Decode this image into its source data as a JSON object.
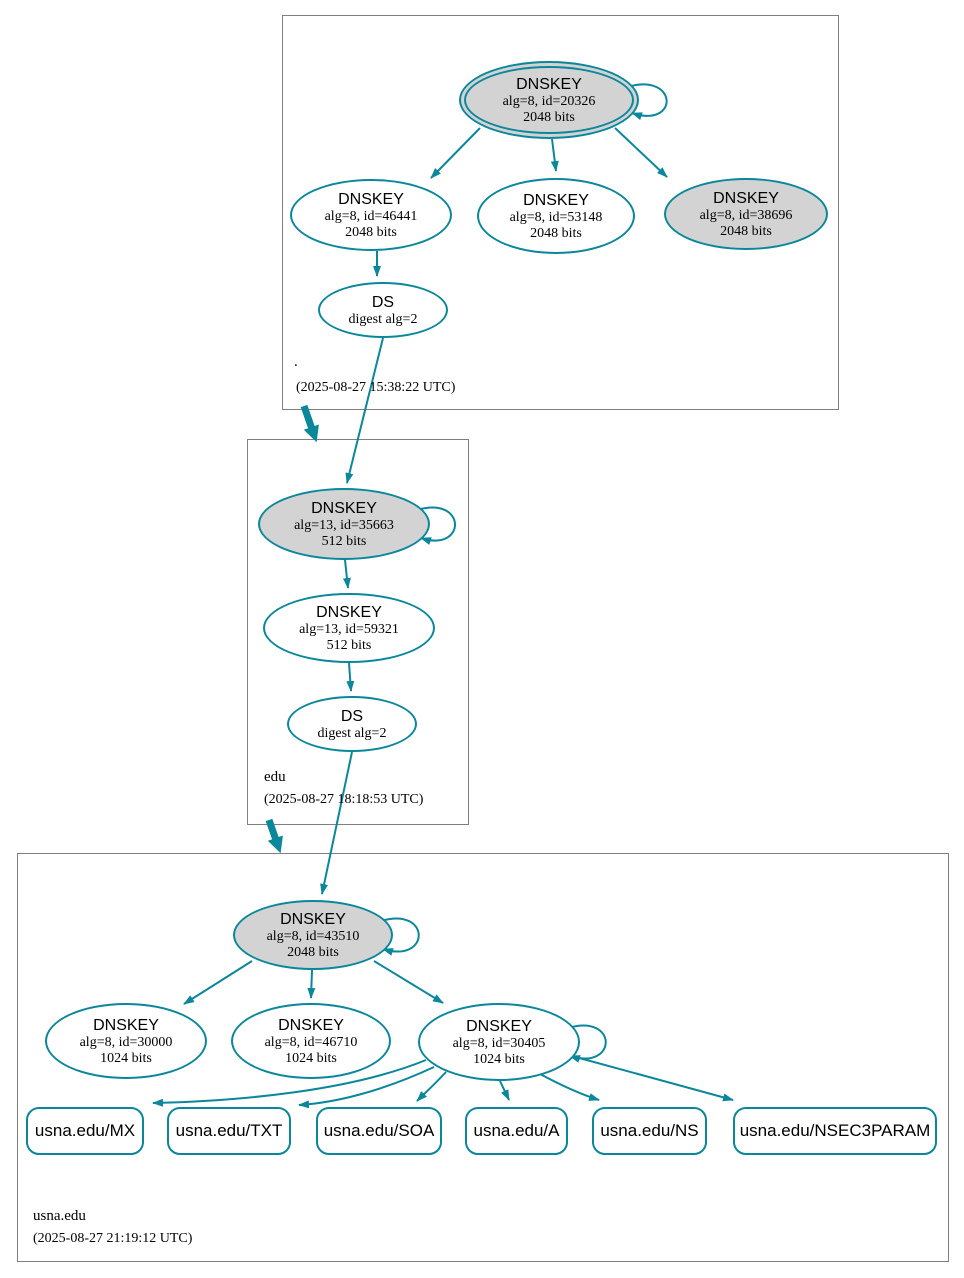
{
  "colors": {
    "secure": "#0a879a",
    "ksk_fill": "#d3d3d3",
    "node_fill": "#ffffff",
    "zone_border": "#7f7f7f"
  },
  "zones": {
    "root": {
      "label": ".",
      "timestamp": "(2025-08-27 15:38:22 UTC)",
      "ksk": {
        "title": "DNSKEY",
        "detail": "alg=8, id=20326",
        "size": "2048 bits"
      },
      "key46441": {
        "title": "DNSKEY",
        "detail": "alg=8, id=46441",
        "size": "2048 bits"
      },
      "key53148": {
        "title": "DNSKEY",
        "detail": "alg=8, id=53148",
        "size": "2048 bits"
      },
      "key38696": {
        "title": "DNSKEY",
        "detail": "alg=8, id=38696",
        "size": "2048 bits"
      },
      "ds": {
        "title": "DS",
        "detail": "digest alg=2"
      }
    },
    "edu": {
      "label": "edu",
      "timestamp": "(2025-08-27 18:18:53 UTC)",
      "ksk": {
        "title": "DNSKEY",
        "detail": "alg=13, id=35663",
        "size": "512 bits"
      },
      "zsk": {
        "title": "DNSKEY",
        "detail": "alg=13, id=59321",
        "size": "512 bits"
      },
      "ds": {
        "title": "DS",
        "detail": "digest alg=2"
      }
    },
    "usna": {
      "label": "usna.edu",
      "timestamp": "(2025-08-27 21:19:12 UTC)",
      "ksk": {
        "title": "DNSKEY",
        "detail": "alg=8, id=43510",
        "size": "2048 bits"
      },
      "key30000": {
        "title": "DNSKEY",
        "detail": "alg=8, id=30000",
        "size": "1024 bits"
      },
      "key46710": {
        "title": "DNSKEY",
        "detail": "alg=8, id=46710",
        "size": "1024 bits"
      },
      "key30405": {
        "title": "DNSKEY",
        "detail": "alg=8, id=30405",
        "size": "1024 bits"
      },
      "rrsets": {
        "mx": "usna.edu/MX",
        "txt": "usna.edu/TXT",
        "soa": "usna.edu/SOA",
        "a": "usna.edu/A",
        "ns": "usna.edu/NS",
        "nsec3param": "usna.edu/NSEC3PARAM"
      }
    }
  }
}
